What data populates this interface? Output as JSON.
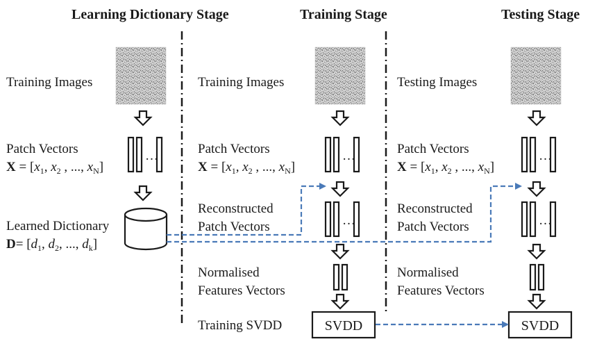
{
  "stages": {
    "learning": "Learning Dictionary  Stage",
    "training": "Training Stage",
    "testing": "Testing Stage"
  },
  "learning": {
    "training_images": "Training Images",
    "patch_vectors": "Patch Vectors",
    "learned_dictionary": "Learned Dictionary"
  },
  "training": {
    "training_images": "Training Images",
    "patch_vectors": "Patch Vectors",
    "reconstructed_1": "Reconstructed",
    "reconstructed_2": "Patch Vectors",
    "normalised_1": "Normalised",
    "normalised_2": "Features Vectors",
    "training_svdd": "Training SVDD",
    "svdd_box": "SVDD"
  },
  "testing": {
    "testing_images": "Testing Images",
    "patch_vectors": "Patch Vectors",
    "reconstructed_1": "Reconstructed",
    "reconstructed_2": "Patch Vectors",
    "normalised_1": "Normalised",
    "normalised_2": "Features Vectors",
    "svdd_box": "SVDD"
  },
  "formula_x": {
    "bold": "X",
    "eq": " = [",
    "v1": "x",
    "s1": "1",
    "c1": ",  ",
    "v2": "x",
    "s2": "2",
    "c2": " , ..., ",
    "vn": "x",
    "sn": "N",
    "end": "]"
  },
  "formula_d": {
    "bold": "D",
    "eq": "= [",
    "v1": "d",
    "s1": "1",
    "c1": ", ",
    "v2": "d",
    "s2": "2",
    "c2": ", ..., ",
    "vk": "d",
    "sk": "k",
    "end": "]"
  },
  "colors": {
    "line": "#1a1a1a",
    "dashed_arrow": "#4a7ab8"
  }
}
